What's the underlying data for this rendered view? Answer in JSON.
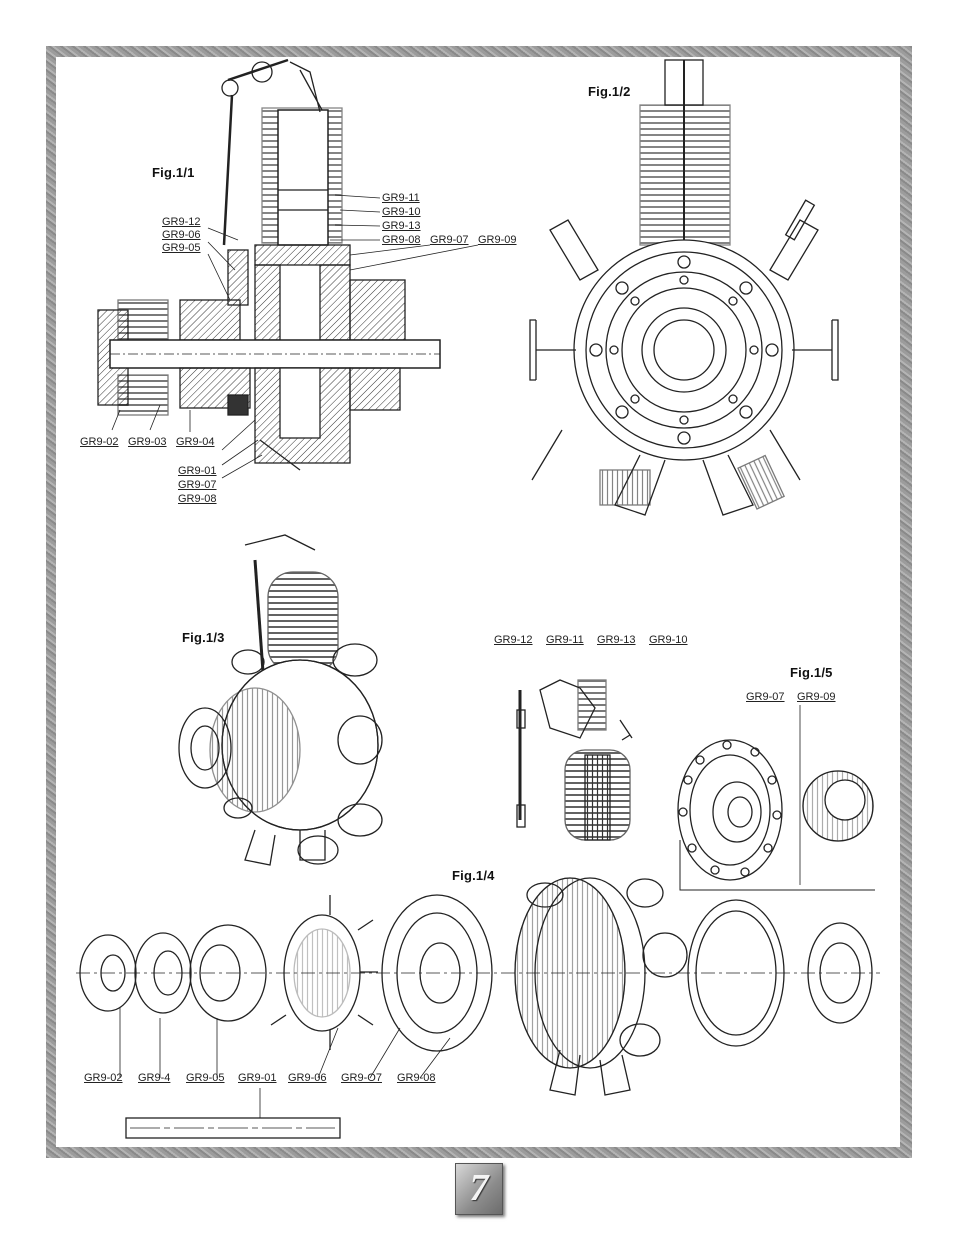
{
  "figures": {
    "fig1_1": {
      "title": "Fig.1/1",
      "labels": [
        "GR9-11",
        "GR9-10",
        "GR9-13",
        "GR9-12",
        "GR9-06",
        "GR9-05",
        "GR9-08",
        "GR9-07",
        "GR9-09",
        "GR9-02",
        "GR9-03",
        "GR9-04",
        "GR9-01",
        "GR9-07",
        "GR9-08"
      ]
    },
    "fig1_2": {
      "title": "Fig.1/2"
    },
    "fig1_3": {
      "title": "Fig.1/3"
    },
    "fig1_4": {
      "title": "Fig.1/4",
      "labels": [
        "GR9-02",
        "GR9-4",
        "GR9-05",
        "GR9-01",
        "GR9-06",
        "GR9-O7",
        "GR9-08"
      ]
    },
    "fig1_5": {
      "title": "Fig.1/5",
      "labels": [
        "GR9-12",
        "GR9-11",
        "GR9-13",
        "GR9-10",
        "GR9-07",
        "GR9-09"
      ]
    }
  },
  "page_number": "7"
}
